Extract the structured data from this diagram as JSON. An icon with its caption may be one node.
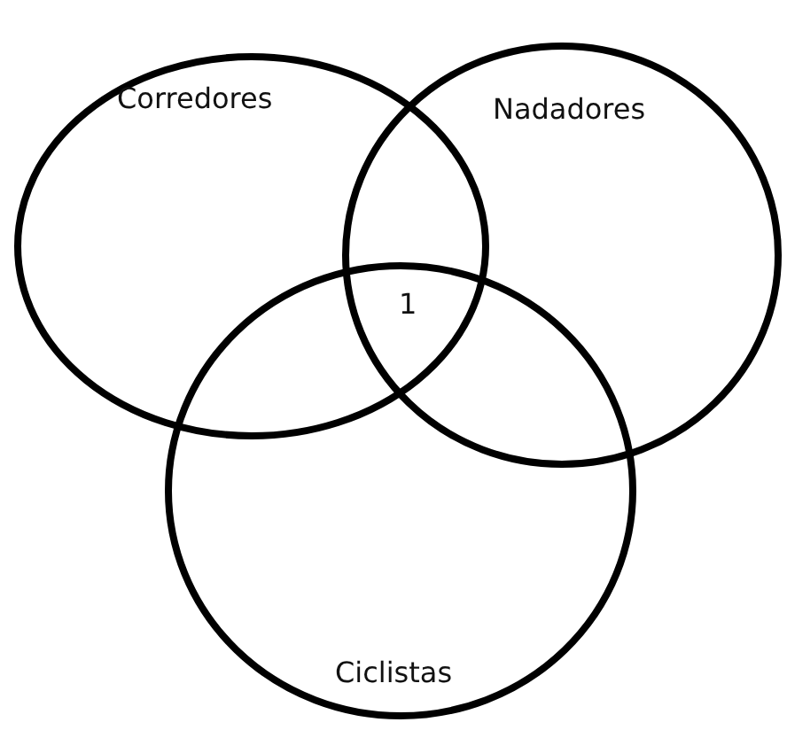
{
  "diagram": {
    "nodes": [
      {
        "text": [
          "Corredores"
        ]
      },
      {
        "text": [
          "Nadadores"
        ]
      },
      {
        "text": [
          "Ciclistas"
        ]
      }
    ],
    "edges": [],
    "labels": [
      "1"
    ]
  }
}
